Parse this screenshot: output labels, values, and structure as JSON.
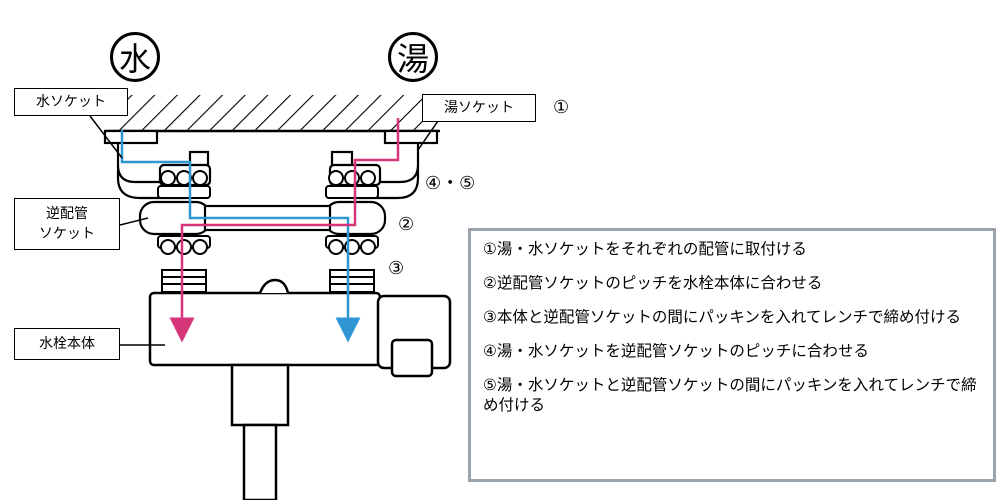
{
  "symbols": {
    "water": "水",
    "hot": "湯"
  },
  "labels": {
    "water_socket": "水ソケット",
    "hot_socket": "湯ソケット",
    "reverse_socket_line1": "逆配管",
    "reverse_socket_line2": "ソケット",
    "faucet_body": "水栓本体"
  },
  "step_markers": {
    "m1": "①",
    "m45": "④・⑤",
    "m2": "②",
    "m3": "③"
  },
  "instructions": [
    "①湯・水ソケットをそれぞれの配管に取付ける",
    "②逆配管ソケットのピッチを水栓本体に合わせる",
    "③本体と逆配管ソケットの間にパッキンを入れてレンチで締め付ける",
    "④湯・水ソケットを逆配管ソケットのピッチに合わせる",
    "⑤湯・水ソケットと逆配管ソケットの間にパッキンを入れてレンチで締め付ける"
  ],
  "colors": {
    "hot_line": "#d6357a",
    "cold_line": "#2f95d3",
    "instruction_border": "#9aa2ab"
  }
}
